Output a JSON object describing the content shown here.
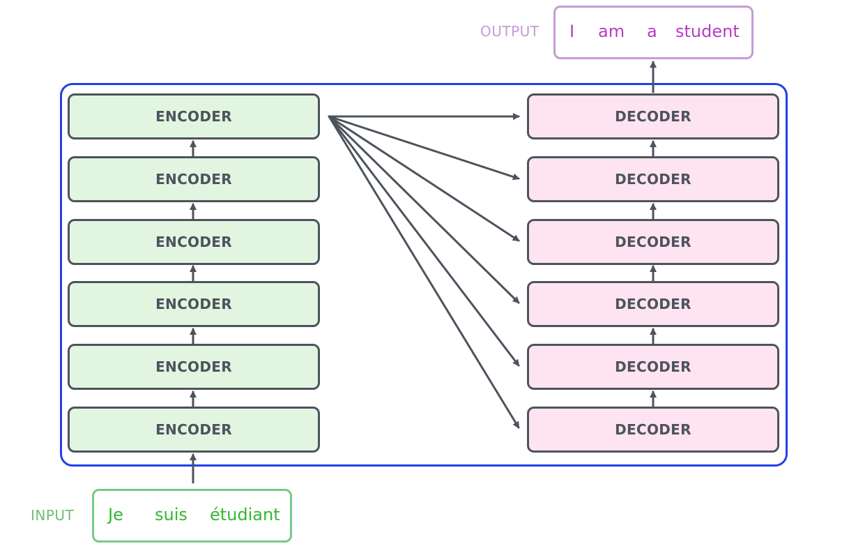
{
  "input": {
    "label": "INPUT",
    "words": [
      "Je",
      "suis",
      "étudiant"
    ]
  },
  "output": {
    "label": "OUTPUT",
    "words": [
      "I",
      "am",
      "a",
      "student"
    ]
  },
  "encoders": [
    "ENCODER",
    "ENCODER",
    "ENCODER",
    "ENCODER",
    "ENCODER",
    "ENCODER"
  ],
  "decoders": [
    "DECODER",
    "DECODER",
    "DECODER",
    "DECODER",
    "DECODER",
    "DECODER"
  ],
  "colors": {
    "container_border": "#2140e6",
    "encoder_fill": "#e2f5e1",
    "decoder_fill": "#fde4f0",
    "layer_border": "#4d535c",
    "arrow": "#4d535c",
    "input_text": "#32b832",
    "output_text": "#b53ec2"
  }
}
